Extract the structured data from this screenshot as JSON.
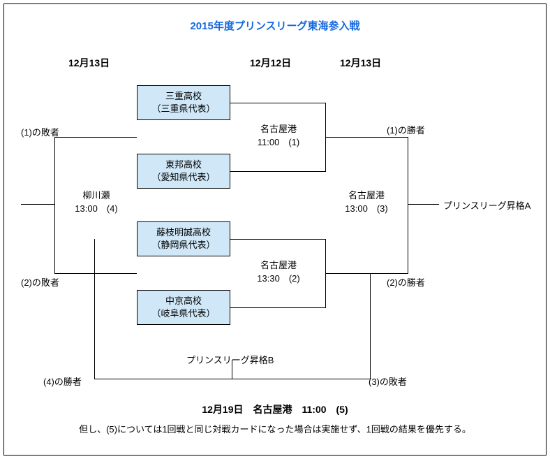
{
  "page": {
    "title": "2015年度プリンスリーグ東海参入戦",
    "title_color": "#1569e0",
    "box_fill": "#cfe7f7",
    "border_color": "#000000"
  },
  "date_headers": [
    {
      "label": "12月13日"
    },
    {
      "label": "12月12日"
    },
    {
      "label": "12月13日"
    }
  ],
  "teams": [
    {
      "name": "三重高校",
      "rep": "（三重県代表）"
    },
    {
      "name": "東邦高校",
      "rep": "（愛知県代表）"
    },
    {
      "name": "藤枝明誠高校",
      "rep": "（静岡県代表）"
    },
    {
      "name": "中京高校",
      "rep": "（岐阜県代表）"
    }
  ],
  "matches": [
    {
      "venue": "名古屋港",
      "time": "11:00　(1)"
    },
    {
      "venue": "名古屋港",
      "time": "13:30　(2)"
    },
    {
      "venue": "名古屋港",
      "time": "13:00　(3)"
    },
    {
      "venue": "柳川瀬",
      "time": "13:00　(4)"
    }
  ],
  "notes": {
    "loser_1": "(1)の敗者",
    "loser_2": "(2)の敗者",
    "winner_1": "(1)の勝者",
    "winner_2": "(2)の勝者",
    "winner_4": "(4)の勝者",
    "loser_3": "(3)の敗者",
    "promotion_a": "プリンスリーグ昇格A",
    "promotion_b": "プリンスリーグ昇格B"
  },
  "footer": {
    "line1": "12月19日　名古屋港　11:00　(5)",
    "line2": "但し、(5)については1回戦と同じ対戦カードになった場合は実施せず、1回戦の結果を優先する。"
  }
}
